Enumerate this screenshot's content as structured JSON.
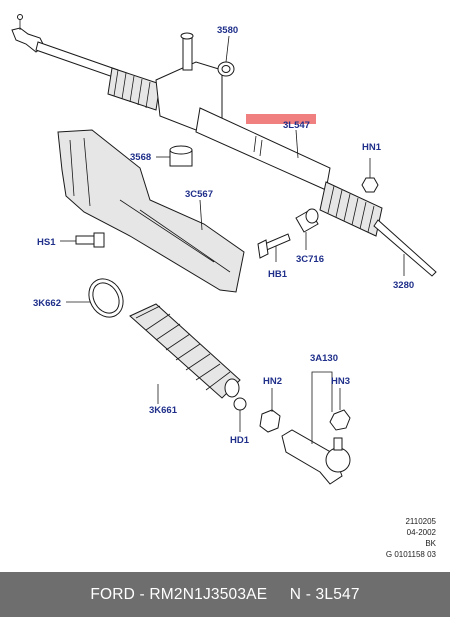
{
  "labels": {
    "l3580": "3580",
    "l3L547": "3L547",
    "lHN1": "HN1",
    "l3568": "3568",
    "l3C567": "3C567",
    "lHS1": "HS1",
    "lHB1": "HB1",
    "l3C716": "3C716",
    "l3280": "3280",
    "l3K662": "3K662",
    "l3A130": "3A130",
    "lHN2": "HN2",
    "lHN3": "HN3",
    "l3K661": "3K661",
    "lHD1": "HD1"
  },
  "reference": {
    "line1": "2110205",
    "line2": "04-2002",
    "line3": "BK",
    "line4": "G 0101158 03"
  },
  "footer": {
    "text": "FORD - RM2N1J3503AE     N - 3L547"
  },
  "colors": {
    "label": "#1f2f8a",
    "highlight": "#f07f7f",
    "footer_bg": "#6e6e6e"
  }
}
